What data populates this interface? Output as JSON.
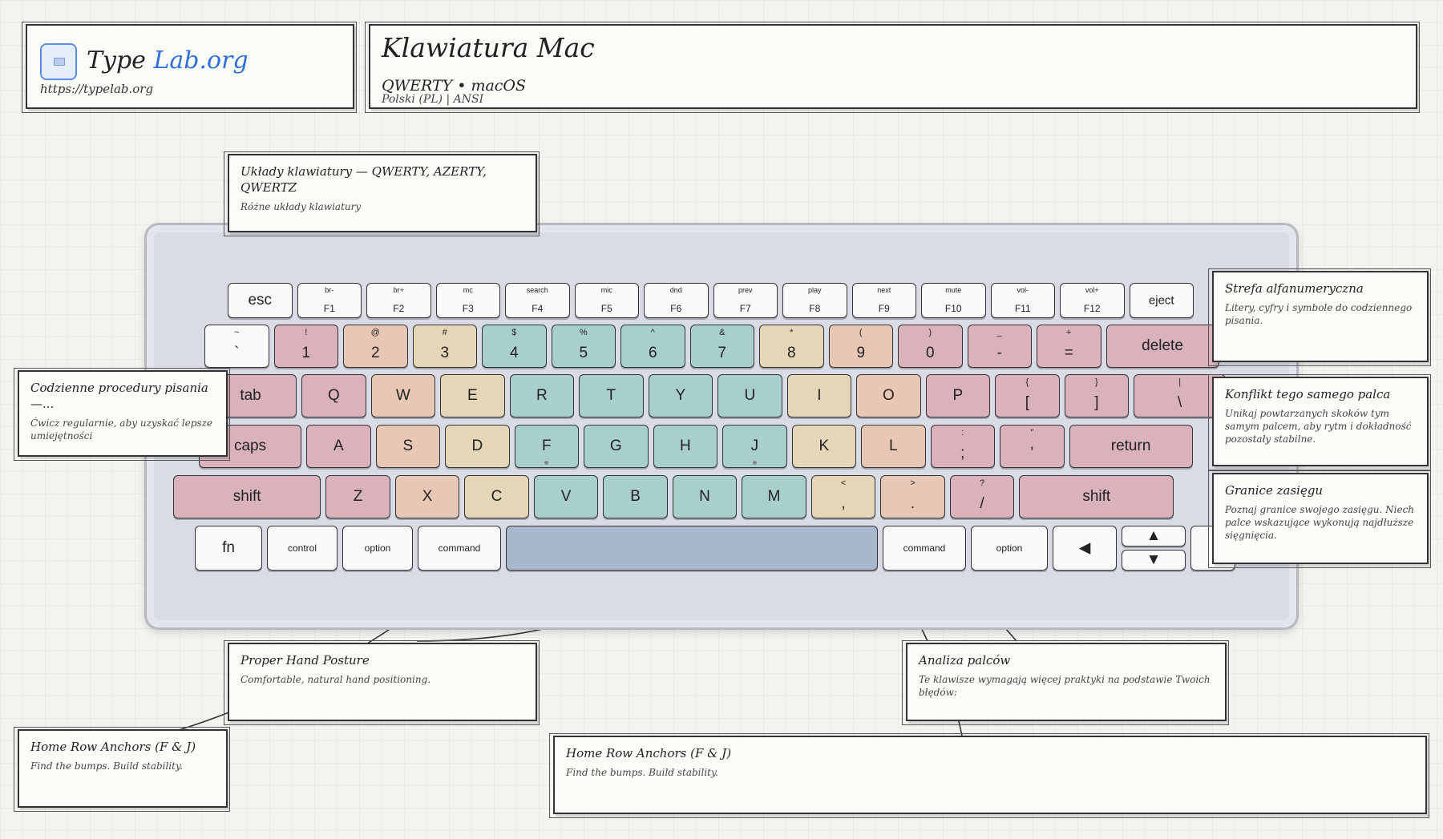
{
  "logo": {
    "type": "Type",
    "lab": "Lab.org",
    "url": "https://typelab.org"
  },
  "title": {
    "main": "Klawiatura Mac",
    "sub": "QWERTY • macOS",
    "meta": "Polski (PL) | ANSI"
  },
  "colors": {
    "pink": "#d9b2bc",
    "peach": "#e8c8b4",
    "sand": "#e4d6b6",
    "teal": "#a9cfcc",
    "white": "#fafafa",
    "space": "#a8b8cc",
    "frame": "#d9dbe5"
  },
  "keyboard": {
    "fn_row": [
      {
        "id": "esc",
        "label": "esc",
        "color": "white"
      },
      {
        "id": "f1",
        "label": "F1",
        "top": "br-",
        "color": "white"
      },
      {
        "id": "f2",
        "label": "F2",
        "top": "br+",
        "color": "white"
      },
      {
        "id": "f3",
        "label": "F3",
        "top": "mc",
        "color": "white"
      },
      {
        "id": "f4",
        "label": "F4",
        "top": "search",
        "color": "white"
      },
      {
        "id": "f5",
        "label": "F5",
        "top": "mic",
        "color": "white"
      },
      {
        "id": "f6",
        "label": "F6",
        "top": "dnd",
        "color": "white"
      },
      {
        "id": "f7",
        "label": "F7",
        "top": "prev",
        "color": "white"
      },
      {
        "id": "f8",
        "label": "F8",
        "top": "play",
        "color": "white"
      },
      {
        "id": "f9",
        "label": "F9",
        "top": "next",
        "color": "white"
      },
      {
        "id": "f10",
        "label": "F10",
        "top": "mute",
        "color": "white"
      },
      {
        "id": "f11",
        "label": "F11",
        "top": "vol-",
        "color": "white"
      },
      {
        "id": "f12",
        "label": "F12",
        "top": "vol+",
        "color": "white"
      },
      {
        "id": "eject",
        "label": "eject",
        "color": "white"
      }
    ],
    "number_row": [
      {
        "id": "backtick",
        "label": "`",
        "top": "~",
        "color": "white"
      },
      {
        "id": "1",
        "label": "1",
        "top": "!",
        "color": "pink"
      },
      {
        "id": "2",
        "label": "2",
        "top": "@",
        "color": "peach"
      },
      {
        "id": "3",
        "label": "3",
        "top": "#",
        "color": "sand"
      },
      {
        "id": "4",
        "label": "4",
        "top": "$",
        "color": "teal"
      },
      {
        "id": "5",
        "label": "5",
        "top": "%",
        "color": "teal"
      },
      {
        "id": "6",
        "label": "6",
        "top": "^",
        "color": "teal"
      },
      {
        "id": "7",
        "label": "7",
        "top": "&",
        "color": "teal"
      },
      {
        "id": "8",
        "label": "8",
        "top": "*",
        "color": "sand"
      },
      {
        "id": "9",
        "label": "9",
        "top": "(",
        "color": "peach"
      },
      {
        "id": "0",
        "label": "0",
        "top": ")",
        "color": "pink"
      },
      {
        "id": "minus",
        "label": "-",
        "top": "_",
        "color": "pink"
      },
      {
        "id": "equals",
        "label": "=",
        "top": "+",
        "color": "pink"
      },
      {
        "id": "delete",
        "label": "delete",
        "color": "pink"
      }
    ],
    "top_row": [
      {
        "id": "tab",
        "label": "tab",
        "color": "pink"
      },
      {
        "id": "q",
        "label": "Q",
        "color": "pink"
      },
      {
        "id": "w",
        "label": "W",
        "color": "peach"
      },
      {
        "id": "e",
        "label": "E",
        "color": "sand"
      },
      {
        "id": "r",
        "label": "R",
        "color": "teal"
      },
      {
        "id": "t",
        "label": "T",
        "color": "teal"
      },
      {
        "id": "y",
        "label": "Y",
        "color": "teal"
      },
      {
        "id": "u",
        "label": "U",
        "color": "teal"
      },
      {
        "id": "i",
        "label": "I",
        "color": "sand"
      },
      {
        "id": "o",
        "label": "O",
        "color": "peach"
      },
      {
        "id": "p",
        "label": "P",
        "color": "pink"
      },
      {
        "id": "lbracket",
        "label": "[",
        "top": "{",
        "color": "pink"
      },
      {
        "id": "rbracket",
        "label": "]",
        "top": "}",
        "color": "pink"
      },
      {
        "id": "backslash",
        "label": "\\",
        "top": "|",
        "color": "pink"
      }
    ],
    "home_row": [
      {
        "id": "caps",
        "label": "caps",
        "color": "pink"
      },
      {
        "id": "a",
        "label": "A",
        "color": "pink"
      },
      {
        "id": "s",
        "label": "S",
        "color": "peach"
      },
      {
        "id": "d",
        "label": "D",
        "color": "sand"
      },
      {
        "id": "f",
        "label": "F",
        "color": "teal",
        "bump": true
      },
      {
        "id": "g",
        "label": "G",
        "color": "teal"
      },
      {
        "id": "h",
        "label": "H",
        "color": "teal"
      },
      {
        "id": "j",
        "label": "J",
        "color": "teal",
        "bump": true
      },
      {
        "id": "k",
        "label": "K",
        "color": "sand"
      },
      {
        "id": "l",
        "label": "L",
        "color": "peach"
      },
      {
        "id": "semicolon",
        "label": ";",
        "top": ":",
        "color": "pink"
      },
      {
        "id": "quote",
        "label": "'",
        "top": "\"",
        "color": "pink"
      },
      {
        "id": "return",
        "label": "return",
        "color": "pink"
      }
    ],
    "bottom_row": [
      {
        "id": "lshift",
        "label": "shift",
        "color": "pink"
      },
      {
        "id": "z",
        "label": "Z",
        "color": "pink"
      },
      {
        "id": "x",
        "label": "X",
        "color": "peach"
      },
      {
        "id": "c",
        "label": "C",
        "color": "sand"
      },
      {
        "id": "v",
        "label": "V",
        "color": "teal"
      },
      {
        "id": "b",
        "label": "B",
        "color": "teal"
      },
      {
        "id": "n",
        "label": "N",
        "color": "teal"
      },
      {
        "id": "m",
        "label": "M",
        "color": "teal"
      },
      {
        "id": "comma",
        "label": ",",
        "top": "<",
        "color": "sand"
      },
      {
        "id": "period",
        "label": ".",
        "top": ">",
        "color": "peach"
      },
      {
        "id": "slash",
        "label": "/",
        "top": "?",
        "color": "pink"
      },
      {
        "id": "rshift",
        "label": "shift",
        "color": "pink"
      }
    ],
    "mod_row": [
      {
        "id": "fn",
        "label": "fn",
        "color": "white"
      },
      {
        "id": "lcontrol",
        "label": "control",
        "color": "white"
      },
      {
        "id": "loption",
        "label": "option",
        "color": "white"
      },
      {
        "id": "lcommand",
        "label": "command",
        "color": "white"
      },
      {
        "id": "space",
        "label": "",
        "color": "space"
      },
      {
        "id": "rcommand",
        "label": "command",
        "color": "white"
      },
      {
        "id": "roption",
        "label": "option",
        "color": "white"
      },
      {
        "id": "left",
        "label": "◀",
        "color": "white"
      },
      {
        "id": "up",
        "label": "▲",
        "color": "white"
      },
      {
        "id": "down",
        "label": "▼",
        "color": "white"
      },
      {
        "id": "right",
        "label": "",
        "color": "white"
      }
    ]
  },
  "notes": {
    "layouts": {
      "title": "Układy klawiatury — QWERTY, AZERTY, QWERTZ",
      "body": "Różne układy klawiatury"
    },
    "routines": {
      "title": "Codzienne procedury pisania —...",
      "body": "Ćwicz regularnie, aby uzyskać lepsze umiejętności"
    },
    "alpha": {
      "title": "Strefa alfanumeryczna",
      "body": "Litery, cyfry i symbole do codziennego pisania."
    },
    "conflict": {
      "title": "Konflikt tego samego palca",
      "body": "Unikaj powtarzanych skoków tym samym palcem, aby rytm i dokładność pozostały stabilne."
    },
    "reach": {
      "title": "Granice zasięgu",
      "body": "Poznaj granice swojego zasięgu. Niech palce wskazujące wykonują najdłuższe sięgnięcia."
    },
    "posture": {
      "title": "Proper Hand Posture",
      "body": "Comfortable, natural hand positioning."
    },
    "fingers": {
      "title": "Analiza palców",
      "body": "Te klawisze wymagają więcej praktyki na podstawie Twoich błędów:"
    },
    "anchors_left": {
      "title": "Home Row Anchors (F & J)",
      "body": "Find the bumps. Build stability."
    },
    "anchors_wide": {
      "title": "Home Row Anchors (F & J)",
      "body": "Find the bumps. Build stability."
    }
  }
}
